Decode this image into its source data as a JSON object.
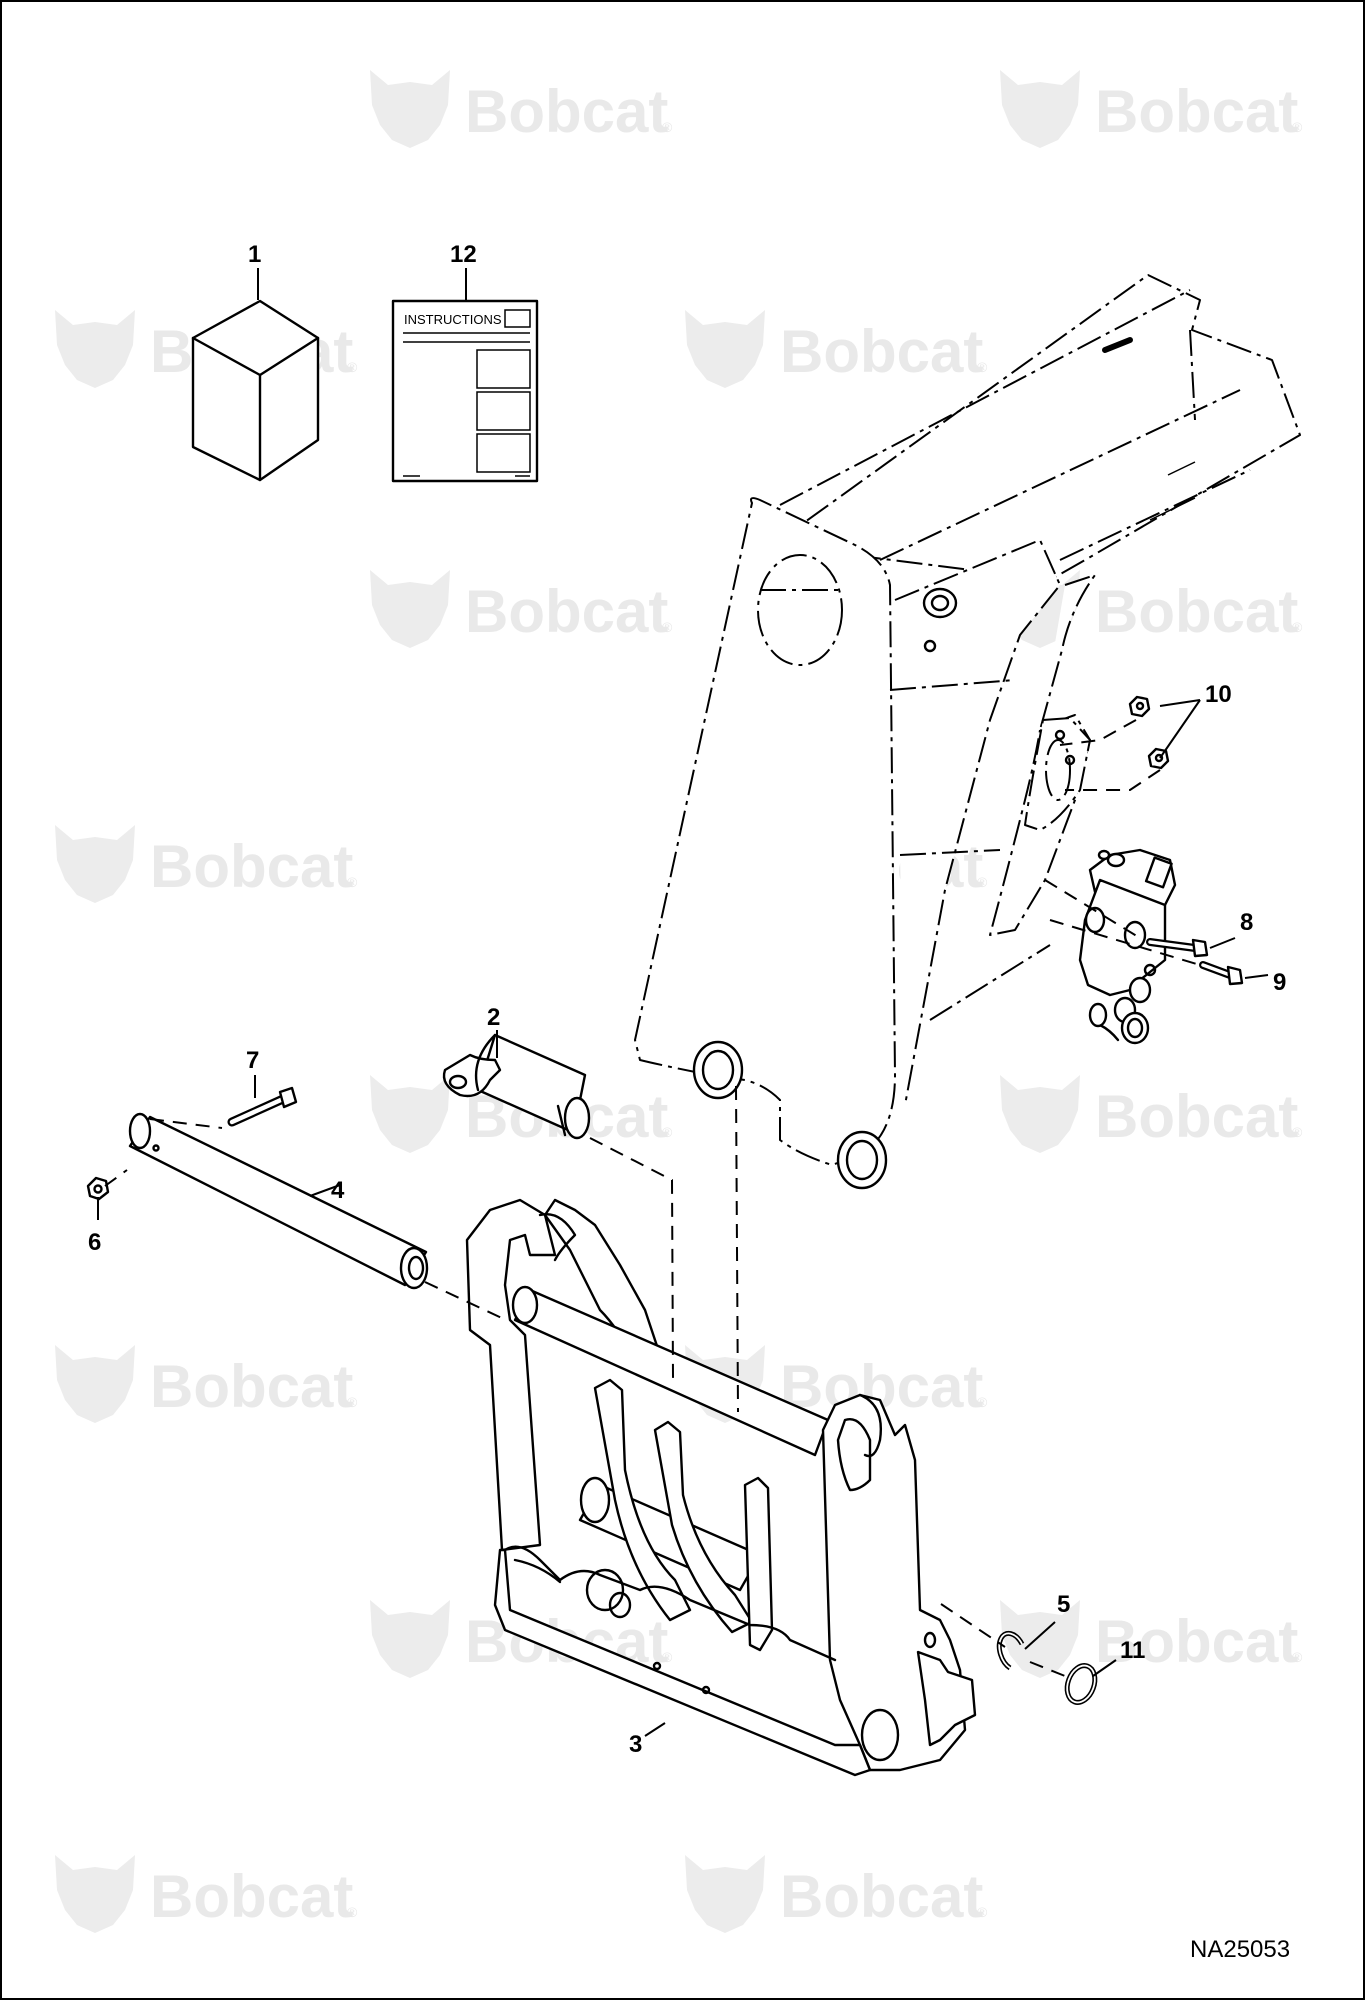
{
  "watermark": {
    "brand_text": "Bobcat",
    "brand_mark": "®",
    "color": "#e9e9e9"
  },
  "document": {
    "instructions_heading": "INSTRUCTIONS",
    "figure_id": "NA25053"
  },
  "callouts": {
    "c1": "1",
    "c2": "2",
    "c3": "3",
    "c4": "4",
    "c5": "5",
    "c6": "6",
    "c7": "7",
    "c8": "8",
    "c9": "9",
    "c10": "10",
    "c11": "11",
    "c12": "12"
  },
  "colors": {
    "ink": "#000000",
    "paper": "#ffffff",
    "frame": "#000000"
  }
}
